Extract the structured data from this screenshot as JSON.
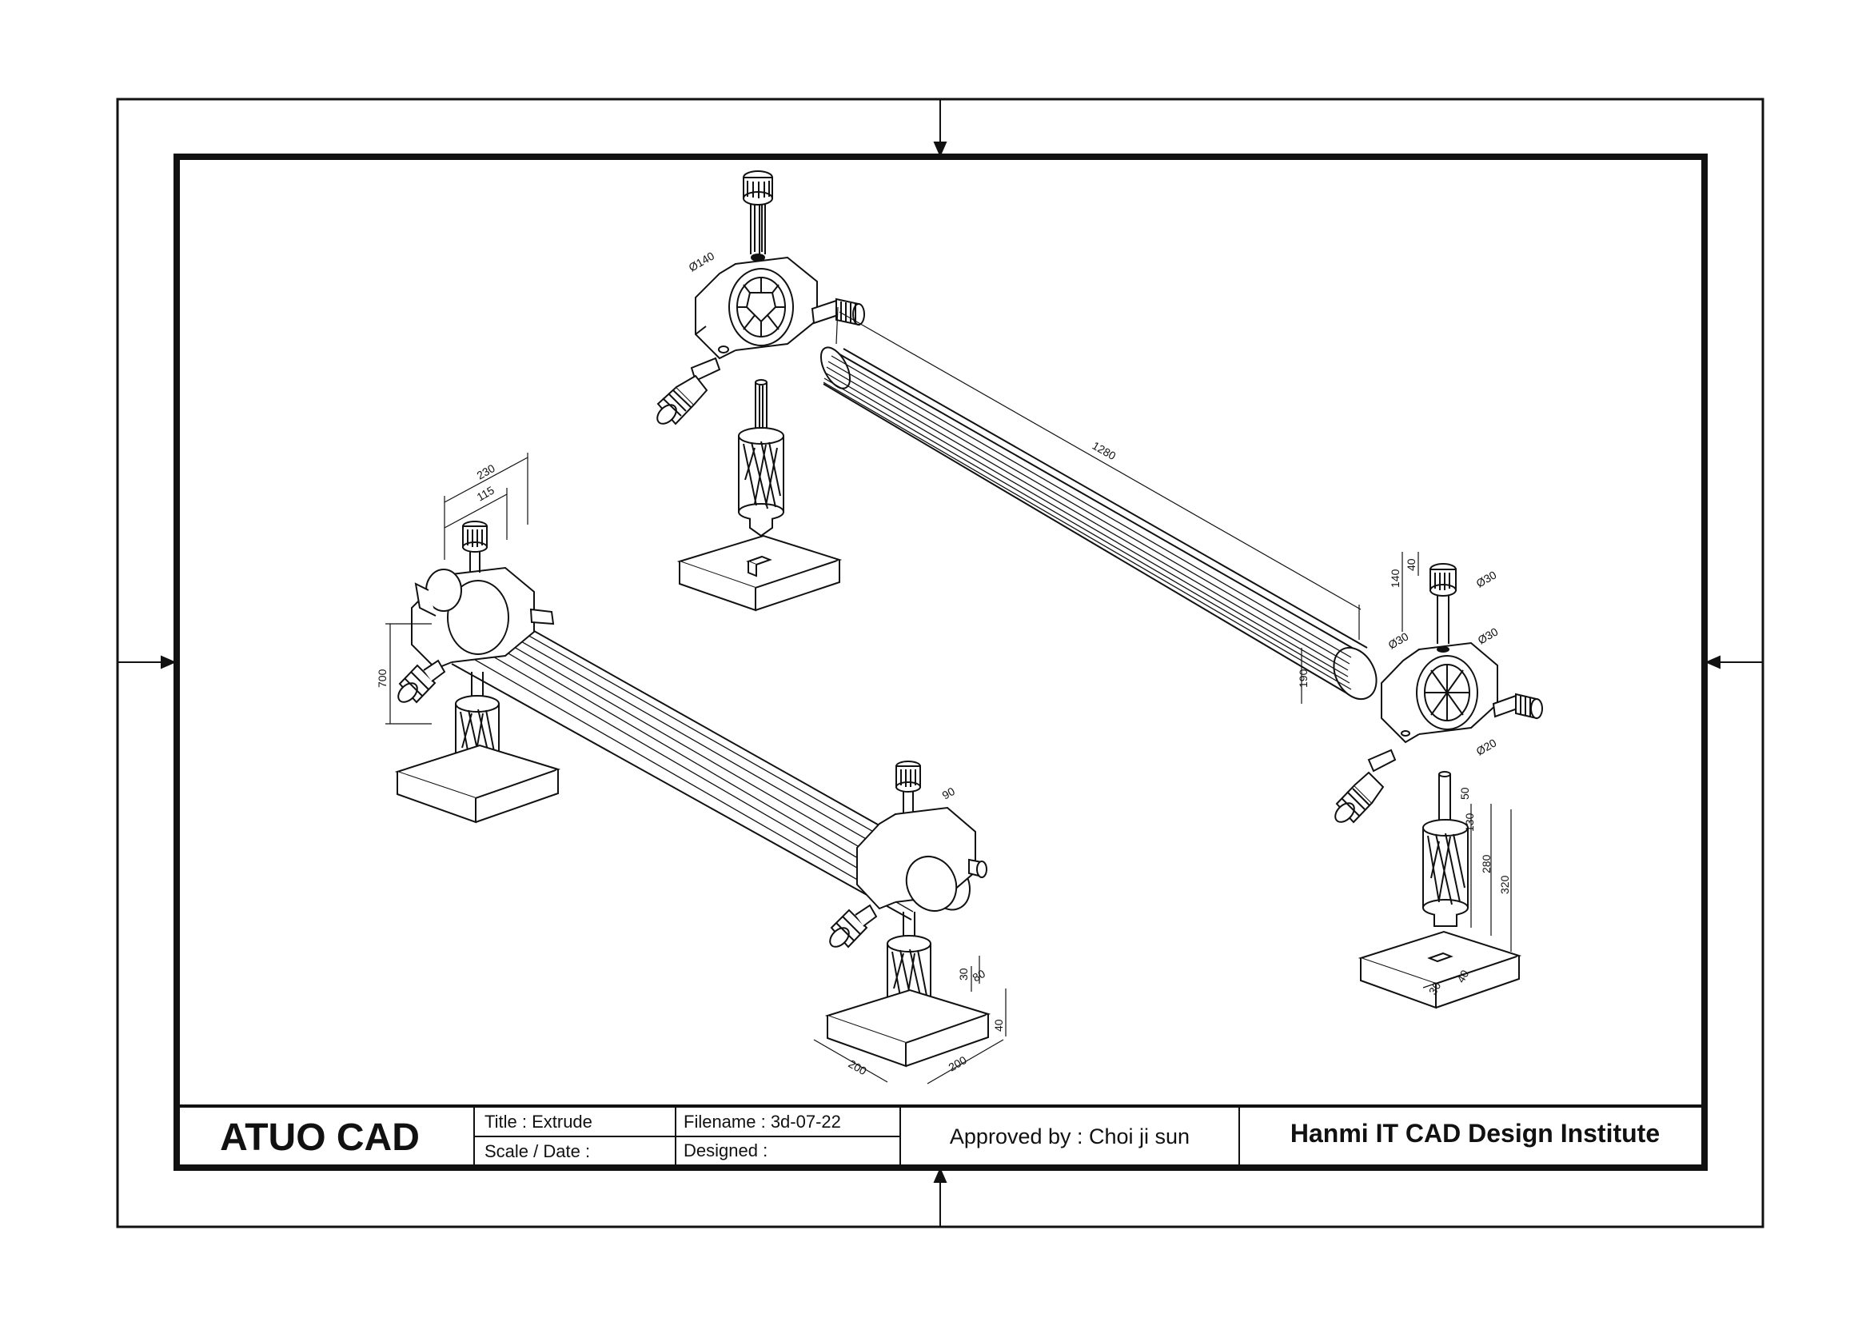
{
  "title_block": {
    "company_logo": "ATUO CAD",
    "title": "Title : Extrude",
    "scale_date": "Scale / Date :",
    "filename": "Filename : 3d-07-22",
    "designed": "Designed :",
    "approved": "Approved by : Choi ji sun",
    "institute": "Hanmi IT CAD Design Institute"
  },
  "dimensions": {
    "d140": "Ø140",
    "d1280": "1280",
    "d230": "230",
    "d115": "115",
    "d700": "700",
    "d90": "90",
    "d40a": "40",
    "d140b": "140",
    "d30a": "Ø30",
    "d30b": "Ø30",
    "d30c": "Ø30",
    "d20": "Ø20",
    "d190": "190",
    "d50": "50",
    "d130": "130",
    "d280": "280",
    "d320": "320",
    "d40b": "40",
    "d30d": "30",
    "d30e": "30",
    "d80": "80",
    "d40c": "40",
    "d200a": "200",
    "d200b": "200"
  }
}
